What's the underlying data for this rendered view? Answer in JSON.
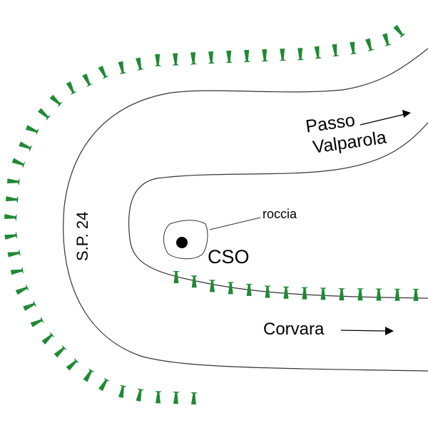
{
  "labels": {
    "passo": "Passo",
    "valparola": "Valparola",
    "road": "S.P. 24",
    "rock": "roccia",
    "site": "CSO",
    "corvara": "Corvara"
  },
  "colors": {
    "trees": "#1f8a35",
    "lines": "#333333",
    "text": "#000000"
  }
}
